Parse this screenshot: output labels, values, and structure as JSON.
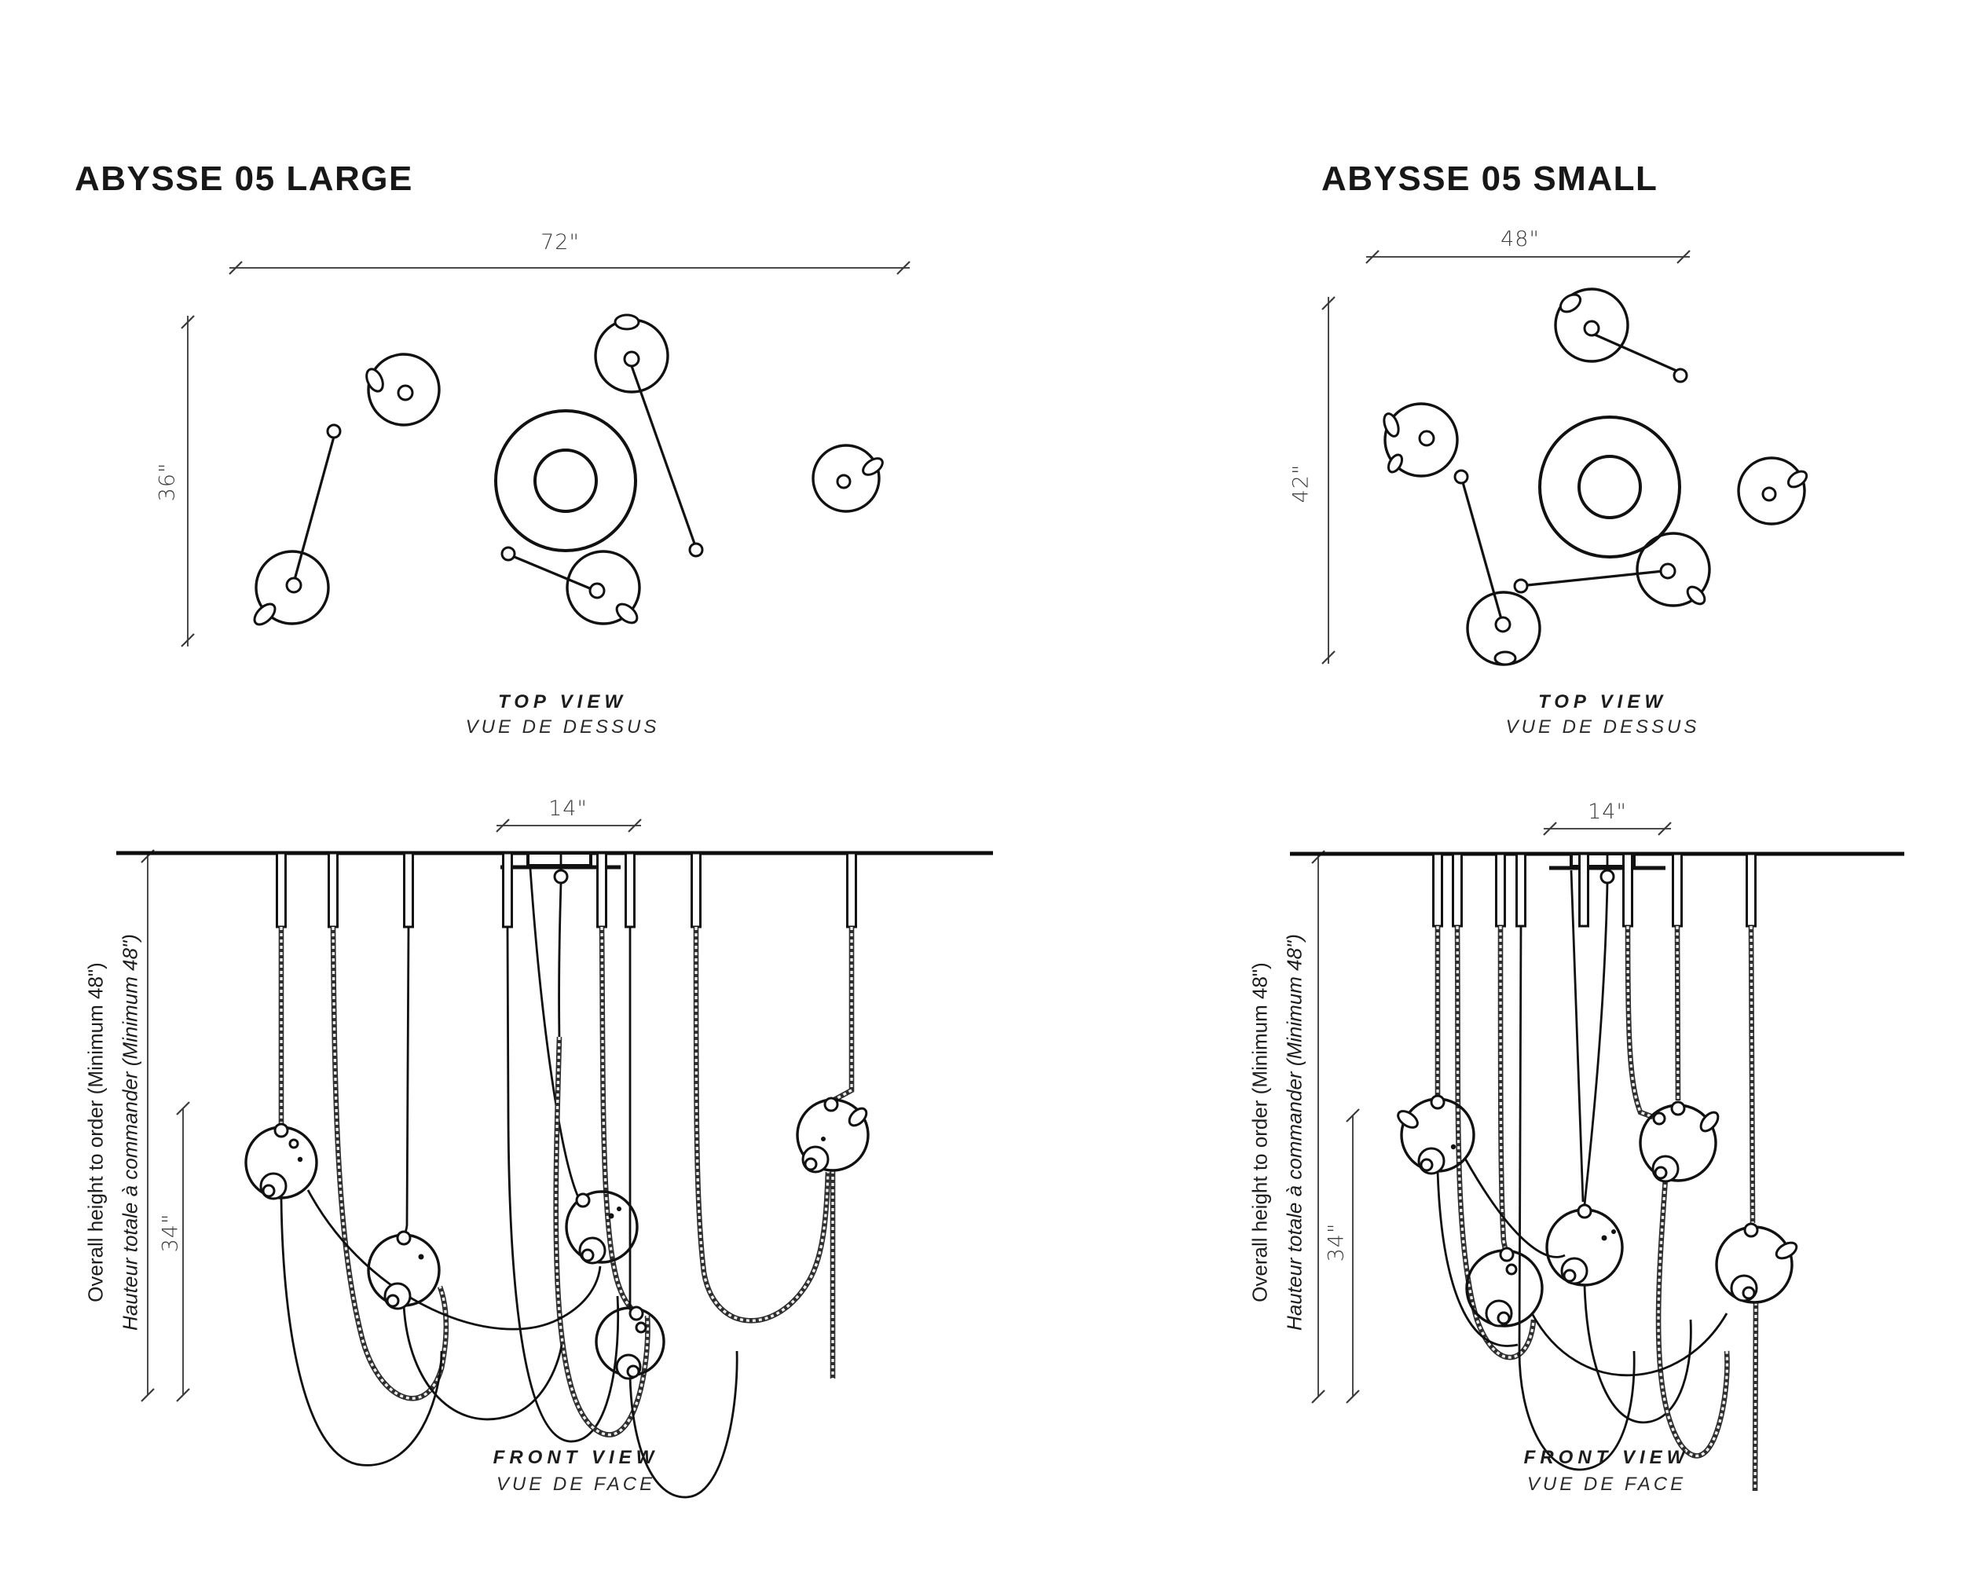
{
  "page": {
    "background": "#ffffff",
    "line_color": "#111111",
    "dim_color": "#4a4a4a"
  },
  "large": {
    "title": "ABYSSE 05 LARGE",
    "top_view": {
      "width_dim": "72\"",
      "depth_dim": "36\"",
      "caption_en": "TOP VIEW",
      "caption_fr": "VUE DE DESSUS"
    },
    "front_view": {
      "canopy_dim": "14\"",
      "drop_dim": "34\"",
      "height_note_en": "Overall height to order (Minimum 48\")",
      "height_note_fr": "Hauteur totale à commander (Minimum 48\")",
      "caption_en": "FRONT VIEW",
      "caption_fr": "VUE DE FACE"
    }
  },
  "small": {
    "title": "ABYSSE 05 SMALL",
    "top_view": {
      "width_dim": "48\"",
      "depth_dim": "42\"",
      "caption_en": "TOP VIEW",
      "caption_fr": "VUE DE DESSUS"
    },
    "front_view": {
      "canopy_dim": "14\"",
      "drop_dim": "34\"",
      "height_note_en": "Overall height to order (Minimum 48\")",
      "height_note_fr": "Hauteur totale à commander (Minimum 48\")",
      "caption_en": "FRONT VIEW",
      "caption_fr": "VUE DE FACE"
    }
  }
}
